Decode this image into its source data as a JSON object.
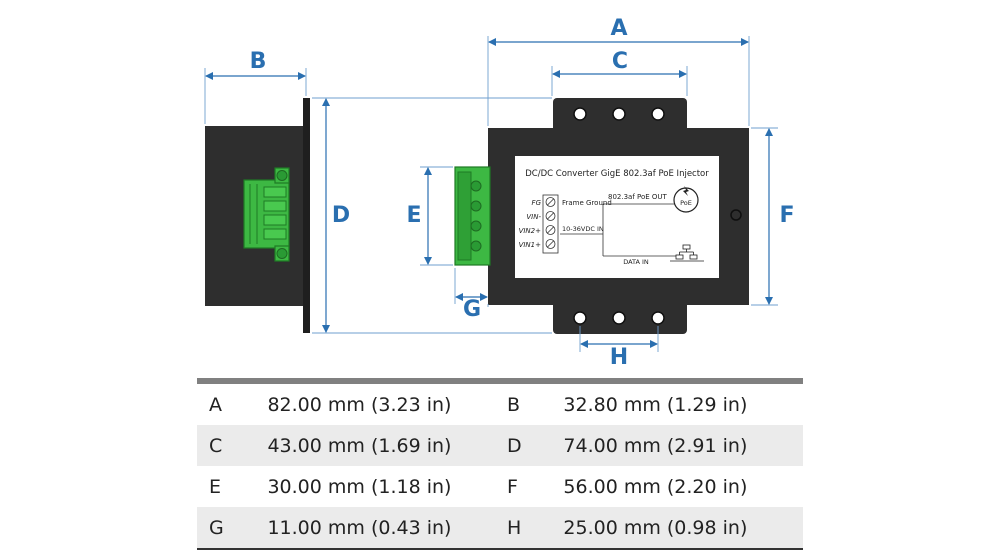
{
  "dimension_letters": {
    "a": "A",
    "b": "B",
    "c": "C",
    "d": "D",
    "e": "E",
    "f": "F",
    "g": "G",
    "h": "H"
  },
  "device_label": {
    "title": "DC/DC Converter GigE 802.3af PoE Injector",
    "fg": "FG",
    "vin_minus": "VIN-",
    "vin2_plus": "VIN2+",
    "vin1_plus": "VIN1+",
    "frame_ground": "Frame Ground",
    "poe_out": "802.3af PoE OUT",
    "vdc_in": "10-36VDC IN",
    "data_in": "DATA IN",
    "poe_symbol": "PoE"
  },
  "colors": {
    "accent": "#2a6fb0",
    "housing": "#2e2e2e",
    "terminal": "#3db843"
  },
  "table": {
    "rows": [
      [
        {
          "key": "A",
          "value": "82.00 mm (3.23 in)"
        },
        {
          "key": "B",
          "value": "32.80 mm (1.29 in)"
        }
      ],
      [
        {
          "key": "C",
          "value": "43.00 mm (1.69 in)"
        },
        {
          "key": "D",
          "value": "74.00 mm (2.91 in)"
        }
      ],
      [
        {
          "key": "E",
          "value": "30.00 mm (1.18 in)"
        },
        {
          "key": "F",
          "value": "56.00 mm (2.20 in)"
        }
      ],
      [
        {
          "key": "G",
          "value": "11.00 mm (0.43 in)"
        },
        {
          "key": "H",
          "value": "25.00 mm (0.98 in)"
        }
      ]
    ]
  }
}
